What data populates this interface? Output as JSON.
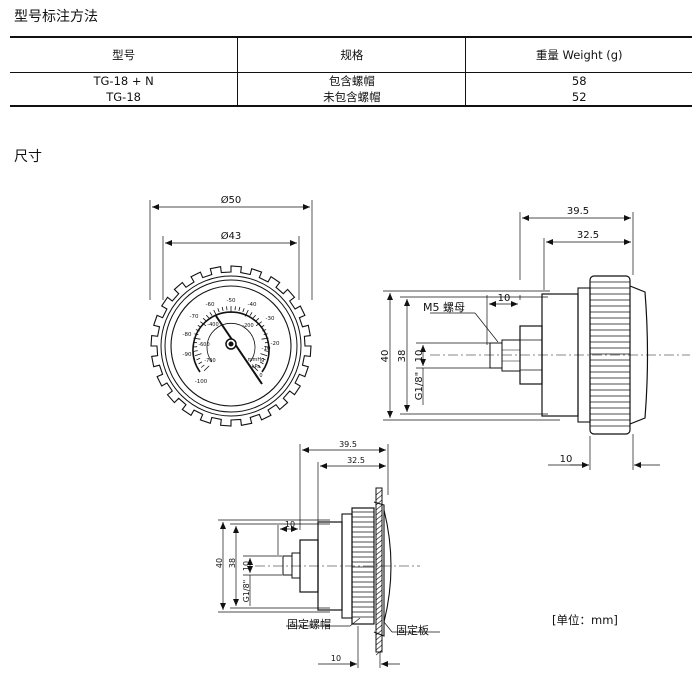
{
  "sections": {
    "order_title": "型号标注方法",
    "dimensions_title": "尺寸"
  },
  "table": {
    "headers": [
      "型号",
      "规格",
      "重量 Weight (g)"
    ],
    "rows": [
      [
        "TG-18 + N",
        "包含螺帽",
        "58"
      ],
      [
        "TG-18",
        "未包含螺帽",
        "52"
      ]
    ]
  },
  "front_view": {
    "outer_diameter": "Ø50",
    "inner_diameter": "Ø43",
    "scale_labels": [
      "-10",
      "-20",
      "-30",
      "-40",
      "-50",
      "-60",
      "-70",
      "-80",
      "-90",
      "-100",
      "0",
      "-200",
      "-400",
      "-600",
      "-700"
    ],
    "unit_labels": [
      "mmHg",
      "kPa"
    ]
  },
  "side_view": {
    "dim_39_5": "39.5",
    "dim_32_5": "32.5",
    "dim_10_top": "10",
    "nut_label": "M5 螺母",
    "dim_40": "40",
    "dim_38": "38",
    "dim_10_left": "10",
    "thread": "G1/8\"",
    "dim_10_bottom": "10"
  },
  "panel_view": {
    "dim_39_5": "39.5",
    "dim_32_5": "32.5",
    "dim_10_top": "10",
    "dim_40": "40",
    "dim_38": "38",
    "dim_10_left": "10",
    "thread": "G1/8\"",
    "dim_10_bottom": "10",
    "fixing_nut_label": "固定螺帽",
    "fixing_plate_label": "固定板"
  },
  "unit_note": "[单位：mm]"
}
